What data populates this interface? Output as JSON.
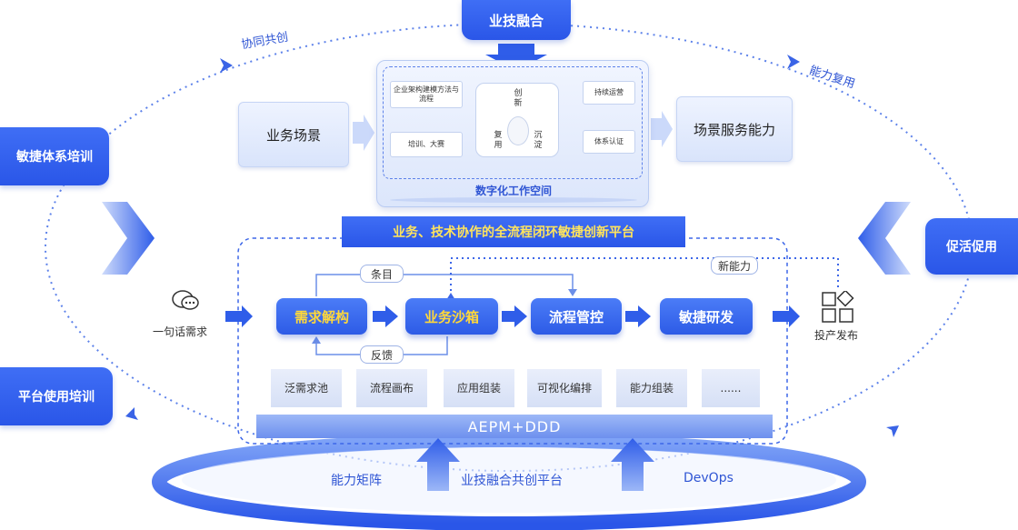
{
  "top_header": "业技融合",
  "left_top_button": "敏捷体系培训",
  "left_bottom_button": "平台使用培训",
  "right_button": "促活促用",
  "arc_label_left": "协同共创",
  "arc_label_right": "能力复用",
  "business_scene": "业务场景",
  "scene_service": "场景服务能力",
  "workspace": {
    "title": "数字化工作空间",
    "left_items": [
      "企业架构建模方法与流程",
      "培训、大赛"
    ],
    "right_items": [
      "持续运营",
      "体系认证"
    ],
    "cycle": {
      "top": "创新",
      "left": "复用",
      "right": "沉淀"
    }
  },
  "platform_banner": "业务、技术协作的全流程闭环敏捷创新平台",
  "input_label": "一句话需求",
  "output_label": "投产发布",
  "steps": [
    {
      "label": "需求解构",
      "highlight": true
    },
    {
      "label": "业务沙箱",
      "highlight": true
    },
    {
      "label": "流程管控",
      "highlight": false
    },
    {
      "label": "敏捷研发",
      "highlight": false
    }
  ],
  "tag_top": "条目",
  "tag_feedback": "反馈",
  "tag_new_capability": "新能力",
  "tiles": [
    "泛需求池",
    "流程画布",
    "应用组装",
    "可视化编排",
    "能力组装",
    "......"
  ],
  "foundation": "AEPM+DDD",
  "bottom_labels": {
    "left": "能力矩阵",
    "center": "业技融合共创平台",
    "right": "DevOps"
  }
}
